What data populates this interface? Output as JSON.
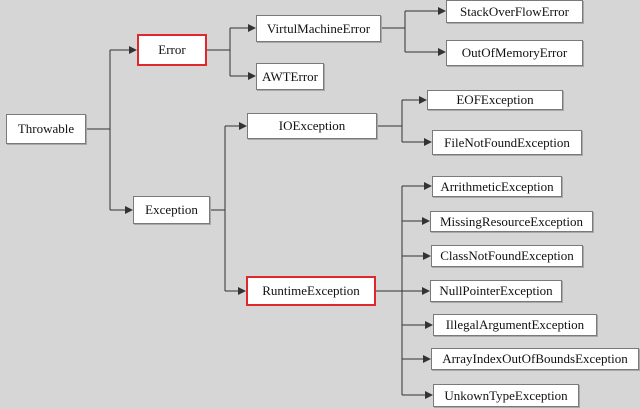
{
  "accent": "#e0272b",
  "nodes": {
    "throwable": "Throwable",
    "error": "Error",
    "exception": "Exception",
    "virtual_machine_error": "VirtulMachineError",
    "awt_error": "AWTError",
    "stack_over_flow_error": "StackOverFlowError",
    "out_of_memory_error": "OutOfMemoryError",
    "io_exception": "IOException",
    "runtime_exception": "RuntimeException",
    "eof_exception": "EOFException",
    "file_not_found_exception": "FileNotFoundException",
    "arrithmetic_exception": "ArrithmeticException",
    "missing_resource_exception": "MissingResourceException",
    "class_not_found_exception": "ClassNotFoundException",
    "null_pointer_exception": "NullPointerException",
    "illegal_argument_exception": "IllegalArgumentException",
    "array_index_out_of_bounds_exception": "ArrayIndexOutOfBoundsException",
    "unkown_type_exception": "UnkownTypeException"
  }
}
